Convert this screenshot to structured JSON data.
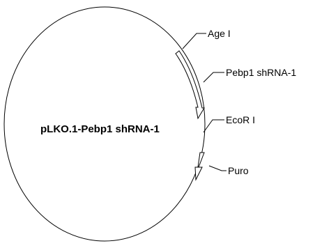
{
  "plasmid": {
    "name": "pLKO.1-Pebp1 shRNA-1"
  },
  "features": [
    {
      "id": "age-i",
      "label": "Age I"
    },
    {
      "id": "pebp1-shrna",
      "label": "Pebp1 shRNA-1"
    },
    {
      "id": "ecor-i",
      "label": "EcoR I"
    },
    {
      "id": "puro",
      "label": "Puro"
    }
  ]
}
